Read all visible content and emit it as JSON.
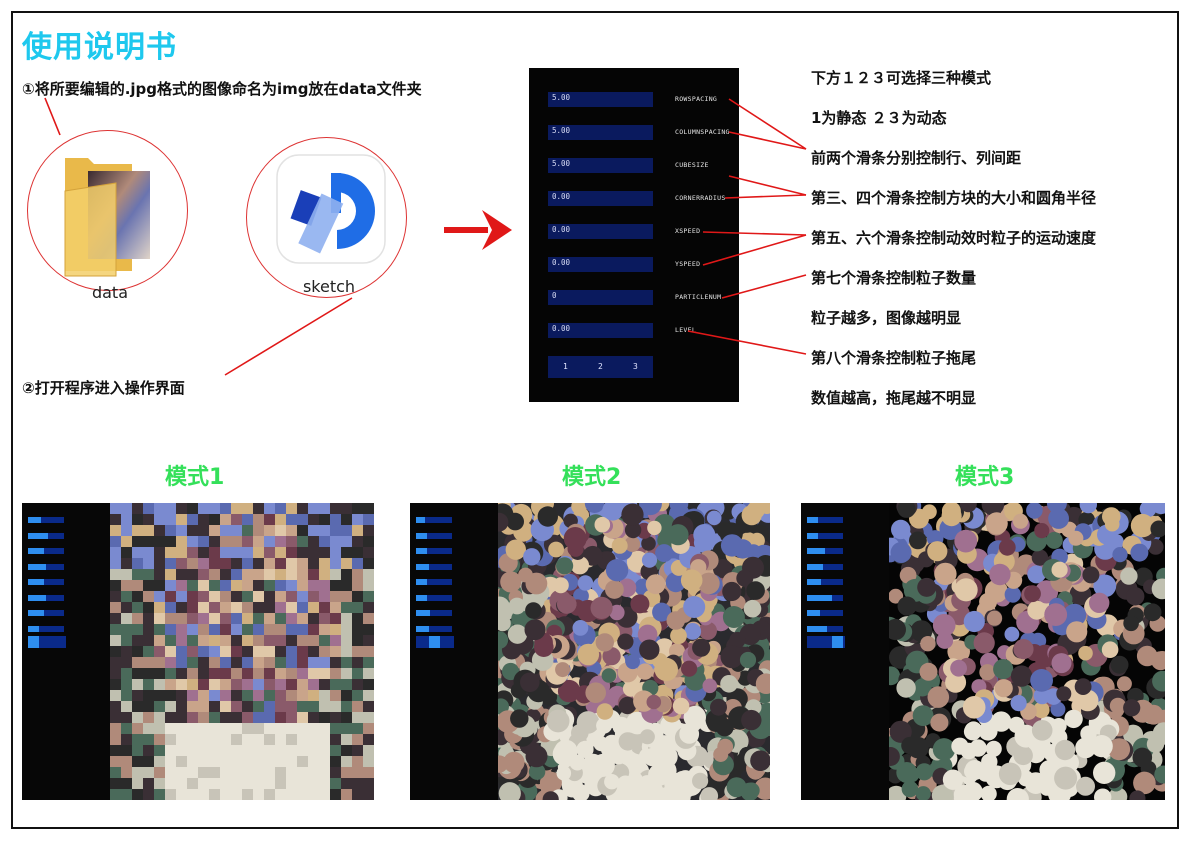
{
  "title": "使用说明书",
  "steps": {
    "step1": "①将所要编辑的.jpg格式的图像命名为img放在data文件夹",
    "step2": "②打开程序进入操作界面"
  },
  "icons": {
    "folder_label": "data",
    "sketch_label": "sketch"
  },
  "panel": {
    "sliders": [
      {
        "value": "5.00",
        "name": "ROWSPACING"
      },
      {
        "value": "5.00",
        "name": "COLUMNSPACING"
      },
      {
        "value": "5.00",
        "name": "CUBESIZE"
      },
      {
        "value": "0.00",
        "name": "CORNERRADIUS"
      },
      {
        "value": "0.00",
        "name": "XSPEED"
      },
      {
        "value": "0.00",
        "name": "YSPEED"
      },
      {
        "value": "0",
        "name": "PARTICLENUM"
      },
      {
        "value": "0.00",
        "name": "LEVEL"
      }
    ],
    "modes": [
      "1",
      "2",
      "3"
    ]
  },
  "notes": [
    "下方１２３可选择三种模式",
    "1为静态 ２３为动态",
    "前两个滑条分别控制行、列间距",
    "第三、四个滑条控制方块的大小和圆角半径",
    "第五、六个滑条控制动效时粒子的运动速度",
    "第七个滑条控制粒子数量",
    "粒子越多，图像越明显",
    "第八个滑条控制粒子拖尾",
    "数值越高，拖尾越不明显"
  ],
  "mode_titles": [
    "模式1",
    "模式2",
    "模式3"
  ],
  "colors": {
    "title": "#1ec8ee",
    "mode_title": "#34e05a",
    "annotation_line": "#e01818",
    "panel_bg": "#050505",
    "slider_bg": "#0a1a5e",
    "slider_fill": "#2e8ef0"
  }
}
